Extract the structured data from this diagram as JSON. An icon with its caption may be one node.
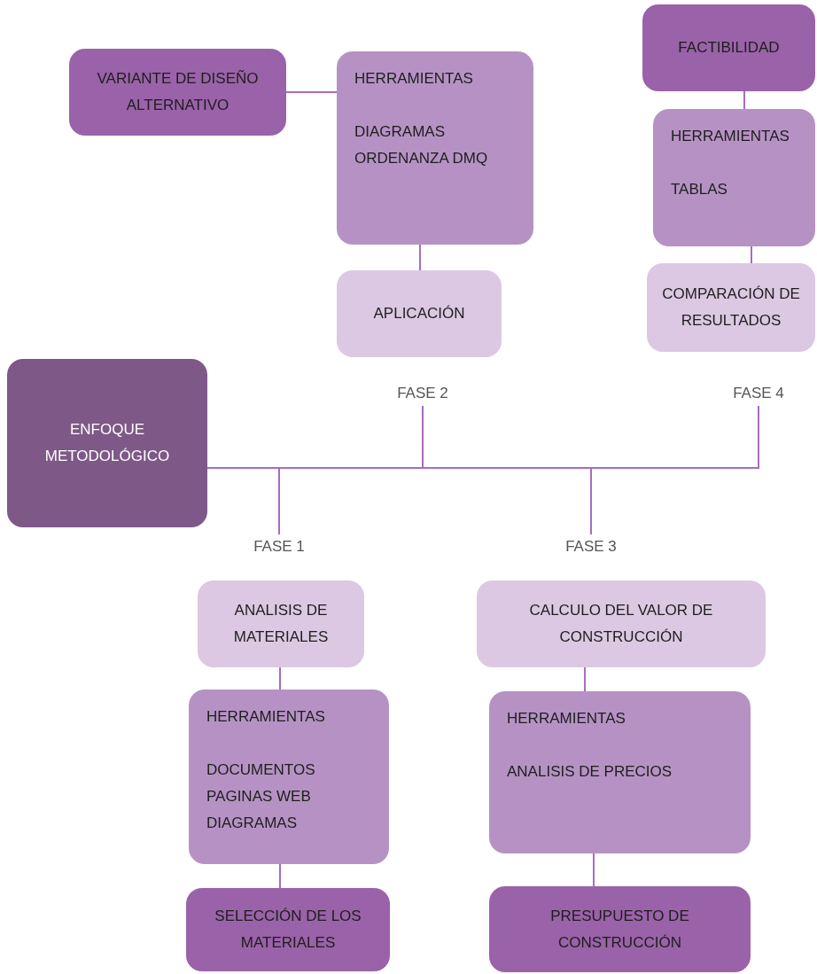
{
  "diagram": {
    "nodes": [
      {
        "text": [
          "VARIANTE DE DISEÑO ALTERNATIVO"
        ]
      },
      {
        "text": [
          "HERRAMIENTAS",
          "DIAGRAMAS",
          "ORDENANZA DMQ"
        ]
      },
      {
        "text": [
          "FACTIBILIDAD"
        ]
      },
      {
        "text": [
          "HERRAMIENTAS",
          "TABLAS"
        ]
      },
      {
        "text": [
          "APLICACIÓN"
        ]
      },
      {
        "text": [
          "COMPARACIÓN DE RESULTADOS"
        ]
      },
      {
        "text": [
          "ENFOQUE METODOLÓGICO"
        ]
      },
      {
        "text": [
          "FASE 2"
        ]
      },
      {
        "text": [
          "FASE 4"
        ]
      },
      {
        "text": [
          "FASE 1"
        ]
      },
      {
        "text": [
          "FASE 3"
        ]
      },
      {
        "text": [
          "ANALISIS DE MATERIALES"
        ]
      },
      {
        "text": [
          "CALCULO DEL VALOR DE CONSTRUCCIÓN"
        ]
      },
      {
        "text": [
          "HERRAMIENTAS",
          "DOCUMENTOS",
          "PAGINAS WEB",
          "DIAGRAMAS"
        ]
      },
      {
        "text": [
          "HERRAMIENTAS",
          "ANALISIS DE PRECIOS"
        ]
      },
      {
        "text": [
          "SELECCIÓN DE LOS MATERIALES"
        ]
      },
      {
        "text": [
          "PRESUPUESTO DE CONSTRUCCIÓN"
        ]
      }
    ],
    "edges": [
      {
        "from": 0,
        "to": 1,
        "arrow": "none"
      },
      {
        "from": 1,
        "to": 4,
        "arrow": "none"
      },
      {
        "from": 2,
        "to": 3,
        "arrow": "none"
      },
      {
        "from": 3,
        "to": 5,
        "arrow": "none"
      },
      {
        "from": 6,
        "to": 7,
        "arrow": "none"
      },
      {
        "from": 6,
        "to": 8,
        "arrow": "none"
      },
      {
        "from": 6,
        "to": 9,
        "arrow": "none"
      },
      {
        "from": 6,
        "to": 10,
        "arrow": "none"
      },
      {
        "from": 11,
        "to": 13,
        "arrow": "none"
      },
      {
        "from": 13,
        "to": 15,
        "arrow": "none"
      },
      {
        "from": 12,
        "to": 14,
        "arrow": "none"
      },
      {
        "from": 14,
        "to": 16,
        "arrow": "none"
      }
    ]
  }
}
